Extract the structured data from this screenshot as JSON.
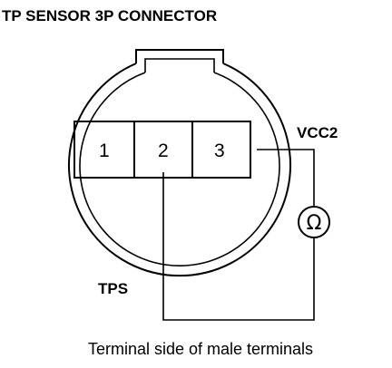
{
  "title": "TP SENSOR 3P CONNECTOR",
  "terminals": [
    "1",
    "2",
    "3"
  ],
  "labels": {
    "vcc": "VCC2",
    "tps": "TPS",
    "meter_symbol": "Ω"
  },
  "caption": "Terminal side of male terminals"
}
